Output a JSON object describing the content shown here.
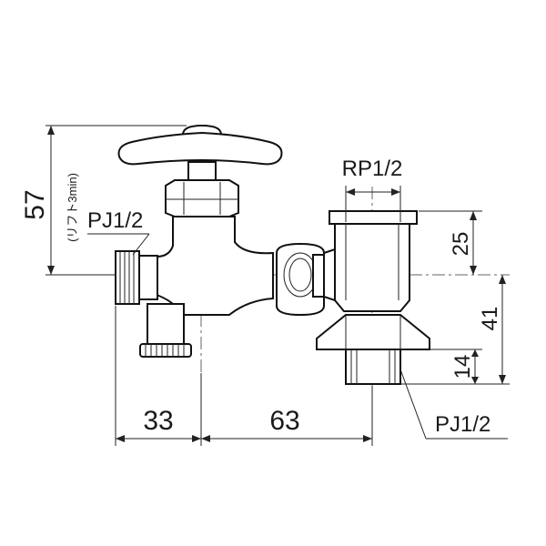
{
  "dimensions": {
    "height_total": "57",
    "lift_note": "(リフト3min)",
    "left_thread": "PJ1/2",
    "top_right_thread": "RP1/2",
    "upper_height": "25",
    "lower_height": "41",
    "outlet_height": "14",
    "left_width": "33",
    "right_width": "63",
    "bottom_thread": "PJ1/2"
  }
}
